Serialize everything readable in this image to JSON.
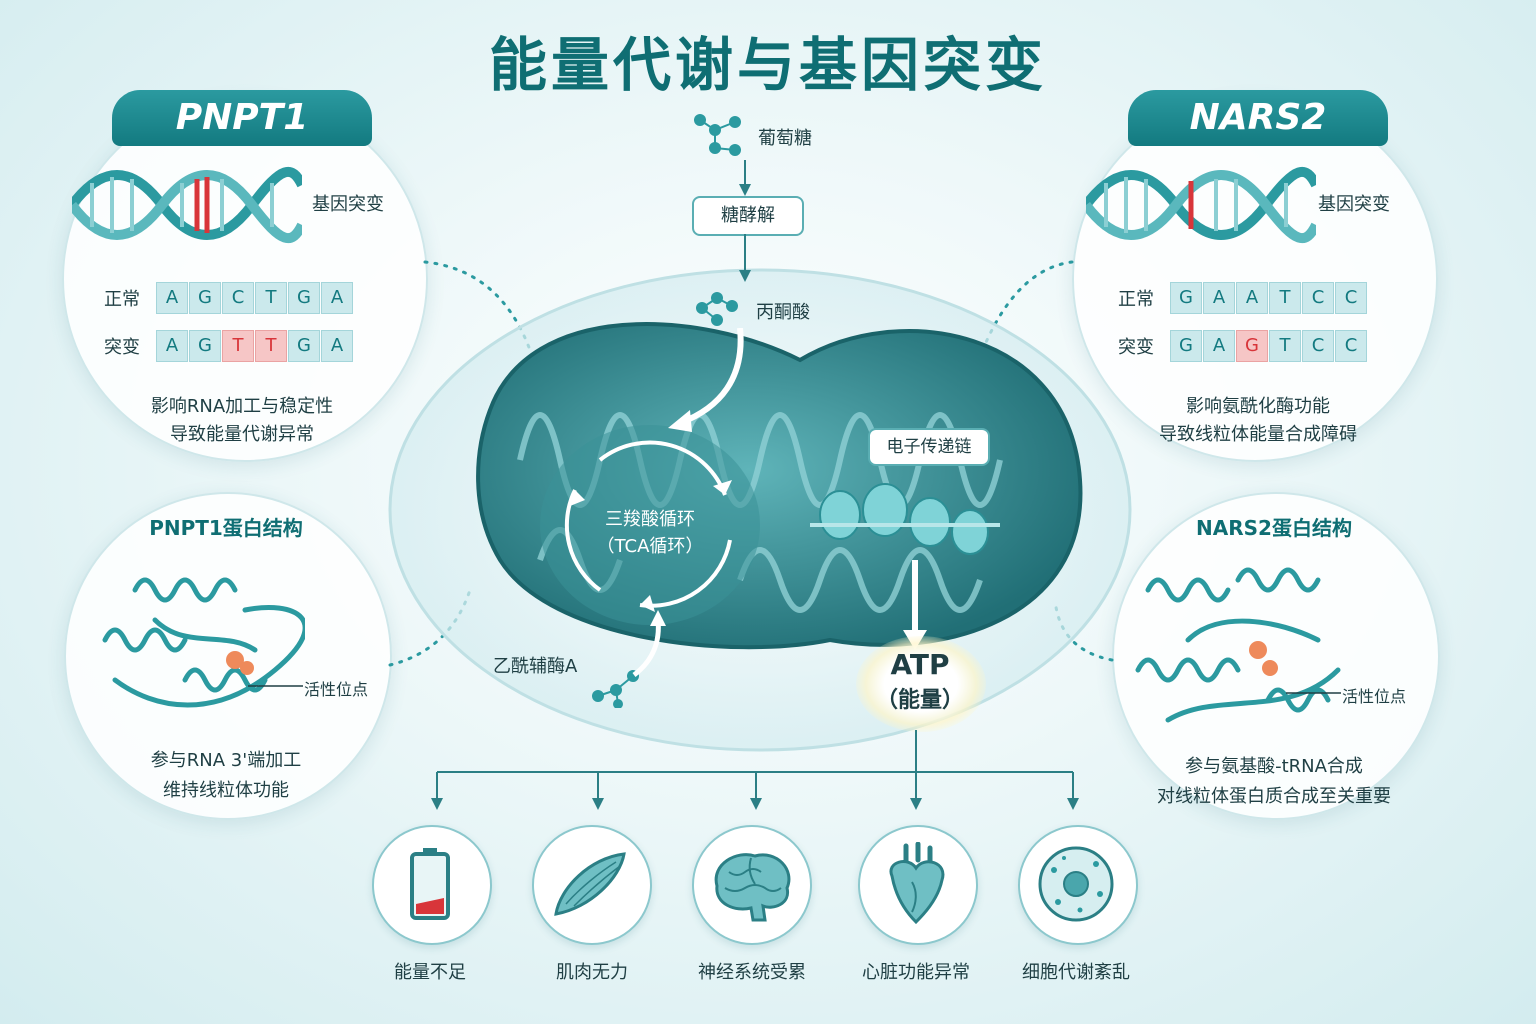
{
  "title": "能量代谢与基因突变",
  "left_gene": {
    "name": "PNPT1",
    "mutation_label": "基因突变",
    "normal_label": "正常",
    "mutant_label": "突变",
    "normal_seq": [
      "A",
      "G",
      "C",
      "T",
      "G",
      "A"
    ],
    "mutant_seq": [
      "A",
      "G",
      "T",
      "T",
      "G",
      "A"
    ],
    "mutated_positions": [
      2,
      3
    ],
    "effect_line1": "影响RNA加工与稳定性",
    "effect_line2": "导致能量代谢异常"
  },
  "left_protein": {
    "title": "PNPT1蛋白结构",
    "active_site": "活性位点",
    "desc_line1": "参与RNA 3'端加工",
    "desc_line2": "维持线粒体功能"
  },
  "right_gene": {
    "name": "NARS2",
    "mutation_label": "基因突变",
    "normal_label": "正常",
    "mutant_label": "突变",
    "normal_seq": [
      "G",
      "A",
      "A",
      "T",
      "C",
      "C"
    ],
    "mutant_seq": [
      "G",
      "A",
      "G",
      "T",
      "C",
      "C"
    ],
    "mutated_positions": [
      2
    ],
    "effect_line1": "影响氨酰化酶功能",
    "effect_line2": "导致线粒体能量合成障碍"
  },
  "right_protein": {
    "title": "NARS2蛋白结构",
    "active_site": "活性位点",
    "desc_line1": "参与氨基酸-tRNA合成",
    "desc_line2": "对线粒体蛋白质合成至关重要"
  },
  "pathway": {
    "glucose": "葡萄糖",
    "glycolysis": "糖酵解",
    "pyruvate": "丙酮酸",
    "tca_line1": "三羧酸循环",
    "tca_line2": "（TCA循环）",
    "acetyl_coa": "乙酰辅酶A",
    "etc": "电子传递链",
    "atp": "ATP",
    "atp_sub": "（能量）"
  },
  "effects": [
    {
      "label": "能量不足",
      "icon": "battery-low-icon"
    },
    {
      "label": "肌肉无力",
      "icon": "muscle-icon"
    },
    {
      "label": "神经系统受累",
      "icon": "brain-icon"
    },
    {
      "label": "心脏功能异常",
      "icon": "heart-icon"
    },
    {
      "label": "细胞代谢紊乱",
      "icon": "cell-icon"
    }
  ],
  "colors": {
    "teal_dark": "#0f6e73",
    "teal": "#2b9aa0",
    "mutation_red": "#d8353a"
  }
}
